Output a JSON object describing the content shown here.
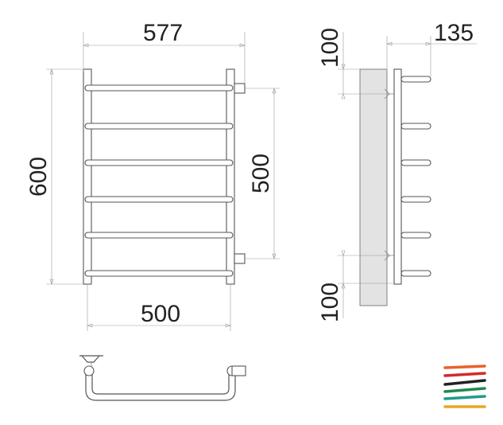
{
  "dimensions": {
    "overall_width": "577",
    "height": "600",
    "connection_distance": "500",
    "bottom_width": "500",
    "depth": "135",
    "top_offset": "100",
    "bottom_offset": "100"
  },
  "logo": {
    "stripe_colors": [
      "#e8622a",
      "#d42a2a",
      "#222222",
      "#1f8a4c",
      "#1f9c8c",
      "#e6a825"
    ]
  }
}
